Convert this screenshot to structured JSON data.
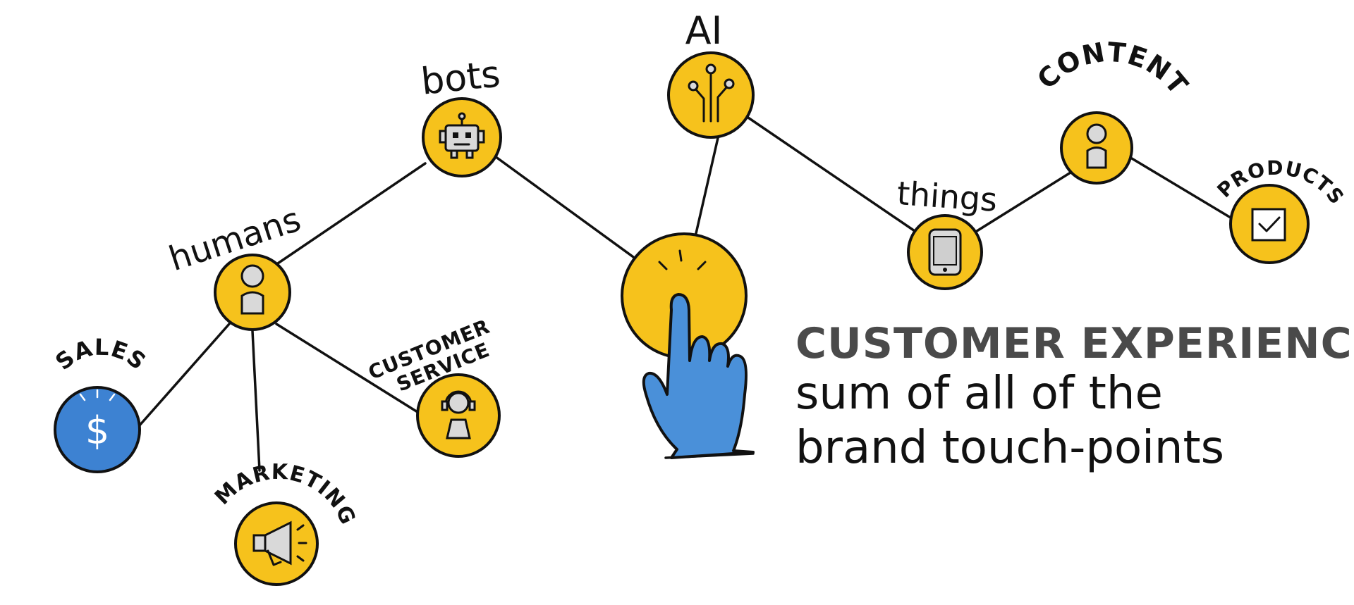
{
  "colors": {
    "node_fill": "#f6c21c",
    "sales_fill": "#3d82d2",
    "hand_fill": "#4a90d9",
    "outline": "#111111",
    "title_color": "#4a4a4a",
    "icon_fill": "#d9d9d9"
  },
  "caption": {
    "title": "CUSTOMER EXPERIENCE",
    "line1": "sum of all of the",
    "line2": "brand touch-points"
  },
  "nodes": {
    "humans": {
      "label": "humans",
      "icon": "person-icon"
    },
    "sales": {
      "label": "SALES",
      "icon": "dollar-icon"
    },
    "marketing": {
      "label": "MARKETING",
      "icon": "megaphone-icon"
    },
    "customer_service": {
      "label_line1": "CUSTOMER",
      "label_line2": "SERVICE",
      "icon": "headset-icon"
    },
    "bots": {
      "label": "bots",
      "icon": "robot-icon"
    },
    "ai": {
      "label": "AI",
      "icon": "circuit-icon"
    },
    "touch": {
      "icon": "pointing-hand-icon"
    },
    "things": {
      "label": "things",
      "icon": "phone-icon"
    },
    "content": {
      "label": "CONTENT",
      "icon": "person-icon"
    },
    "products": {
      "label": "PRODUCTS",
      "icon": "checkbox-icon"
    }
  }
}
